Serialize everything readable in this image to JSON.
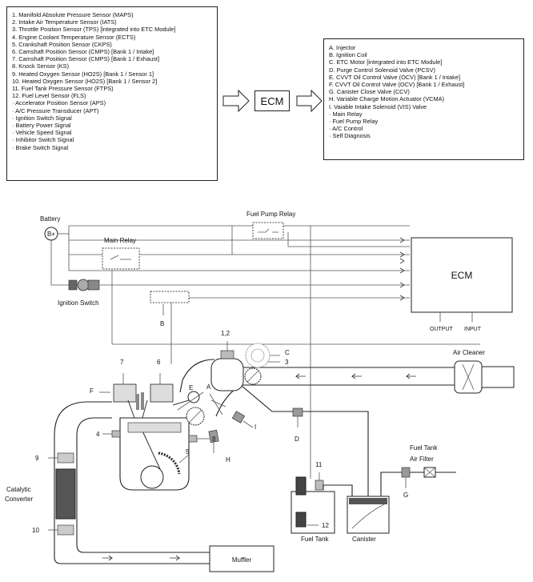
{
  "inputs": [
    "1. Manifold Absolute Pressure Sensor (MAPS)",
    "2. Intake Air Temperature Sensor (IATS)",
    "3. Throttle Position Sensor (TPS) [integrated into ETC Module]",
    "4. Engine Coolant Temperature Sensor (ECTS)",
    "5. Crankshaft Position Sensor (CKPS)",
    "6. Camshaft Position Sensor (CMPS) [Bank 1 / Intake]",
    "7. Camshaft Position Sensor (CMPS) [Bank 1 / Exhaust]",
    "8. Knock Sensor (KS)",
    "9. Heated Oxygen Sensor (HO2S) [Bank 1 / Sensor 1]",
    "10. Heated Oxygen Sensor (HO2S) [Bank 1 / Sensor 2]",
    "11. Fuel Tank Pressure Sensor (FTPS)",
    "12. Fuel Level Sensor (FLS)",
    "· Accelerator Position Sensor (APS)",
    "· A/C Pressure Transducer (APT)",
    "· Ignition Switch Signal",
    "· Battery Power Signal",
    "· Vehicle Speed Signal",
    "· Inhibitor Switch Signal",
    "· Brake Switch Signal"
  ],
  "outputs": [
    "A. Injector",
    "B. Ignition Coil",
    "C. ETC Motor [integrated into ETC Module]",
    "D. Purge Control Solenoid Valve (PCSV)",
    "E. CVVT Oil Control Valve (OCV) [Bank 1 / Intake]",
    "F. CVVT Oil Control Valve (OCV) [Bank 1 / Exhaust]",
    "G. Canister Close Valve (CCV)",
    "H. Variable Charge Motion Actuator (VCMA)",
    "I. Vaiable Intake Solenoid (VIS) Valve",
    "· Main Relay",
    "· Fuel Pump Relay",
    "· A/C Control",
    "· Self Diagnosis"
  ],
  "ecm_label": "ECM",
  "labels": {
    "battery": "Battery",
    "battery_symbol": "B+",
    "main_relay": "Main Relay",
    "fuel_pump_relay": "Fuel Pump Relay",
    "ignition_switch": "Ignition Switch",
    "ecm": "ECM",
    "output": "OUTPUT",
    "input": "INPUT",
    "air_cleaner": "Air Cleaner",
    "fuel_tank_air_filter_1": "Fuel Tank",
    "fuel_tank_air_filter_2": "Air Filter",
    "catalytic_1": "Catalytic",
    "catalytic_2": "Converter",
    "muffler": "Muffler",
    "fuel_tank": "Fuel Tank",
    "canister": "Canister"
  },
  "callouts": {
    "n12": "1,2",
    "n3": "3",
    "n4": "4",
    "n5": "5",
    "n6": "6",
    "n7": "7",
    "n8": "8",
    "n9": "9",
    "n10": "10",
    "n11": "11",
    "n12b": "12",
    "A": "A",
    "B": "B",
    "C": "C",
    "D": "D",
    "E": "E",
    "F": "F",
    "G": "G",
    "H": "H",
    "I": "I"
  }
}
